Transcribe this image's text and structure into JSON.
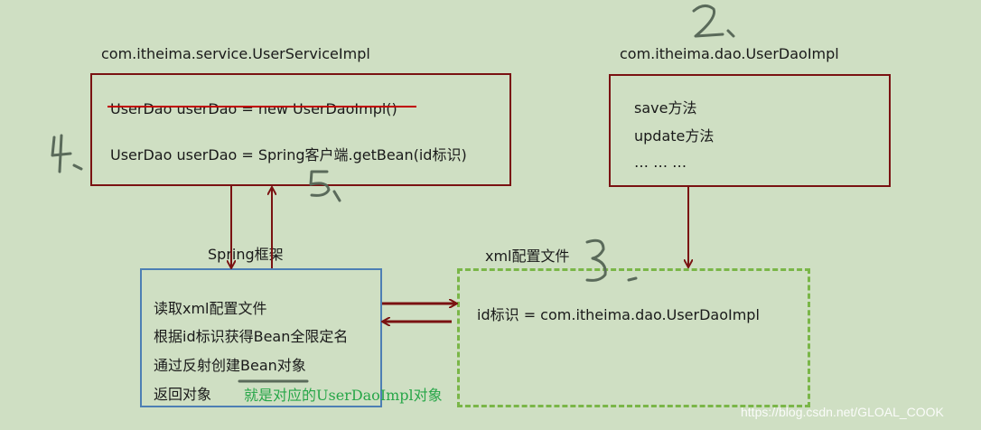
{
  "service": {
    "class_label": "com.itheima.service.UserServiceImpl",
    "struck_line": "UserDao userDao = new UserDaoImpl()",
    "new_line": "UserDao userDao = Spring客户端.getBean(id标识)"
  },
  "dao": {
    "class_label": "com.itheima.dao.UserDaoImpl",
    "methods": [
      "save方法",
      "update方法",
      "… … …"
    ]
  },
  "spring": {
    "label": "Spring框架",
    "steps": [
      "读取xml配置文件",
      "根据id标识获得Bean全限定名",
      "通过反射创建Bean对象",
      "返回对象"
    ],
    "annotation": "就是对应的UserDaoImpl对象"
  },
  "xml": {
    "label": "xml配置文件",
    "entry": "id标识 = com.itheima.dao.UserDaoImpl"
  },
  "handwritten_steps": [
    "2、",
    "3、",
    "4、",
    "5、"
  ],
  "watermark": "https://blog.csdn.net/GLOAL_COOK",
  "colors": {
    "background": "#cfdfc3",
    "arrow": "#7a1212",
    "strike": "#c00000",
    "spring_box": "#4d7fb4",
    "xml_box": "#7ab648",
    "annotation": "#27a648",
    "handwriting": "#5a6a5a"
  }
}
